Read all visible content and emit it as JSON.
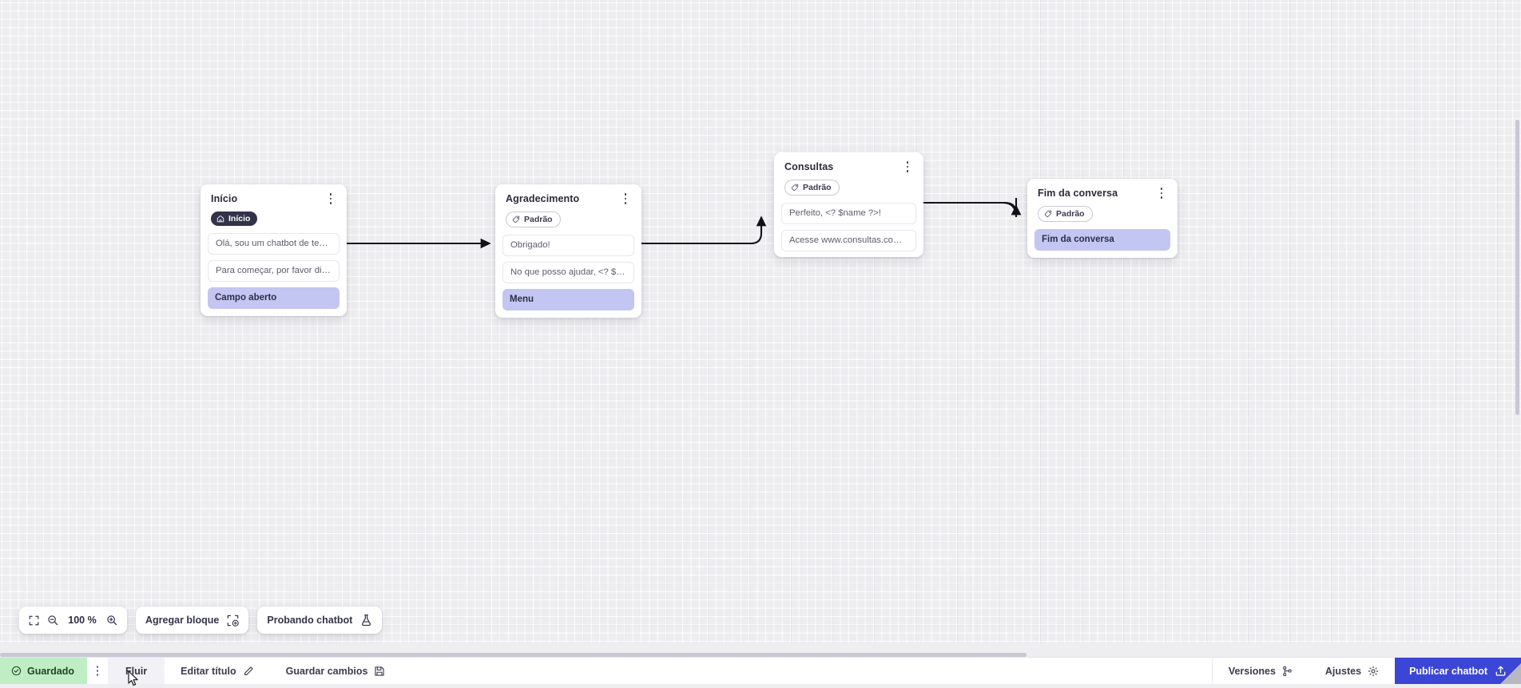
{
  "canvas": {
    "nodes": [
      {
        "id": "inicio",
        "title": "Início",
        "badge": {
          "label": "Início",
          "icon": "home-icon",
          "style": "dark"
        },
        "messages": [
          "Olá, sou um chatbot de teste!",
          "Para começar, por favor digite o ..."
        ],
        "action": "Campo aberto"
      },
      {
        "id": "agradecimento",
        "title": "Agradecimento",
        "badge": {
          "label": "Padrão",
          "icon": "tag-icon",
          "style": "outline"
        },
        "messages": [
          "Obrigado!",
          "No que posso ajudar, <? $name ..."
        ],
        "action": "Menu"
      },
      {
        "id": "consultas",
        "title": "Consultas",
        "badge": {
          "label": "Padrão",
          "icon": "tag-icon",
          "style": "outline"
        },
        "messages": [
          "Perfeito, <? $name ?>!",
          "Acesse www.consultas.com par..."
        ],
        "action": null
      },
      {
        "id": "fim",
        "title": "Fim da conversa",
        "badge": {
          "label": "Padrão",
          "icon": "tag-icon",
          "style": "outline"
        },
        "messages": [],
        "action": "Fim da conversa"
      }
    ]
  },
  "toolbar": {
    "fit_icon": "fit-screen-icon",
    "zoom_out_icon": "zoom-out-icon",
    "zoom_level": "100 %",
    "zoom_in_icon": "zoom-in-icon",
    "add_block_label": "Agregar bloque",
    "add_block_icon": "add-block-icon",
    "test_chatbot_label": "Probando chatbot",
    "test_chatbot_icon": "flask-icon"
  },
  "bottombar": {
    "saved_label": "Guardado",
    "saved_icon": "check-circle-icon",
    "menu_icon": "more-vertical-icon",
    "tab_flow_label": "Fluir",
    "edit_title_label": "Editar título",
    "edit_title_icon": "pencil-icon",
    "save_changes_label": "Guardar cambios",
    "save_changes_icon": "floppy-disk-icon",
    "versions_label": "Versiones",
    "versions_icon": "branch-icon",
    "settings_label": "Ajustes",
    "settings_icon": "gear-icon",
    "publish_label": "Publicar chatbot",
    "publish_icon": "upload-icon"
  },
  "colors": {
    "accent": "#3b45d6",
    "saved_bg": "#bfeec4",
    "action_bg": "#c3c6f2",
    "badge_dark": "#32324a",
    "canvas_bg": "#ededf0"
  }
}
